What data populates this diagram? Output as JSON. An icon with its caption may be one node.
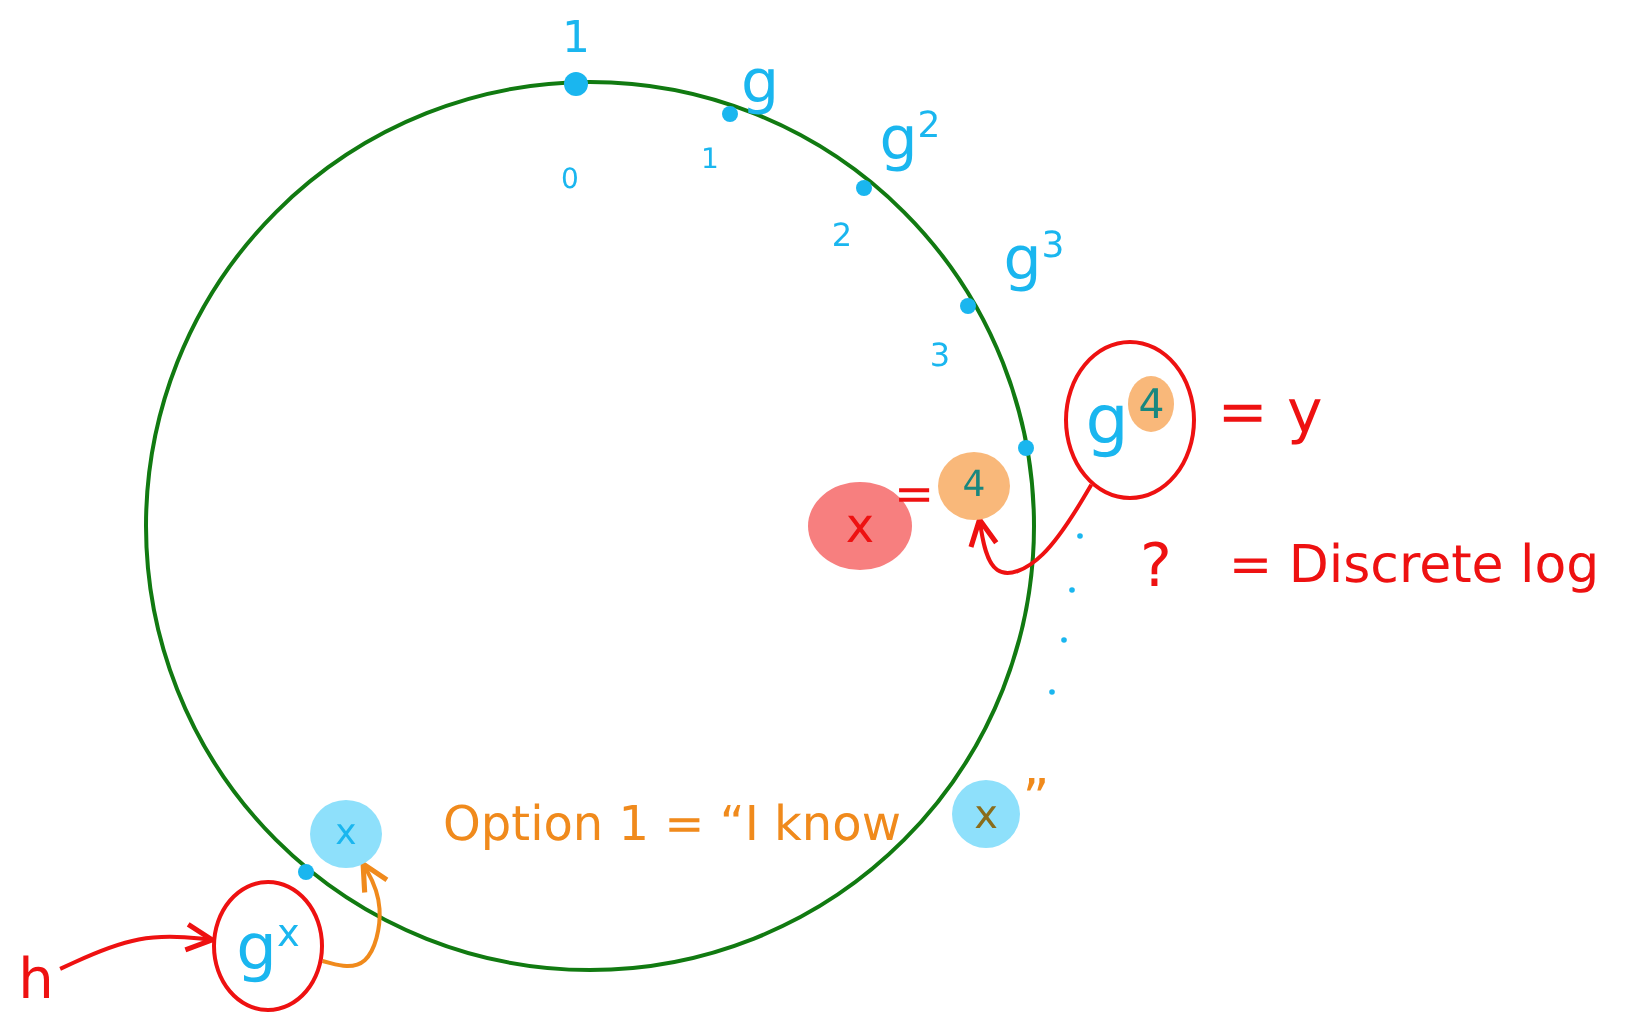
{
  "diagram": {
    "nodes": [
      {
        "text": [
          "g$^{4}$"
        ],
        "beside": [
          "= y"
        ]
      },
      {
        "text": [
          "4"
        ]
      },
      {
        "text": [
          "x"
        ]
      },
      {
        "text": [
          "h"
        ]
      },
      {
        "text": [
          "g$^{x}$"
        ]
      },
      {
        "text": [
          "x"
        ]
      },
      {
        "text": [
          "x"
        ],
        "beside": [
          "”"
        ]
      }
    ],
    "edges": [
      {
        "from": 0,
        "to": 1,
        "arrow": "to",
        "label": "?"
      },
      {
        "from": 3,
        "to": 4,
        "arrow": "to"
      },
      {
        "from": 4,
        "to": 5,
        "arrow": "to",
        "color": "#f08a1c"
      }
    ],
    "labels": [
      "1",
      "g",
      "g$^{2}$",
      "g$^{3}$",
      "0",
      "1",
      "2",
      "3",
      "=",
      "= Discrete log",
      "Option 1 = “I know"
    ]
  }
}
